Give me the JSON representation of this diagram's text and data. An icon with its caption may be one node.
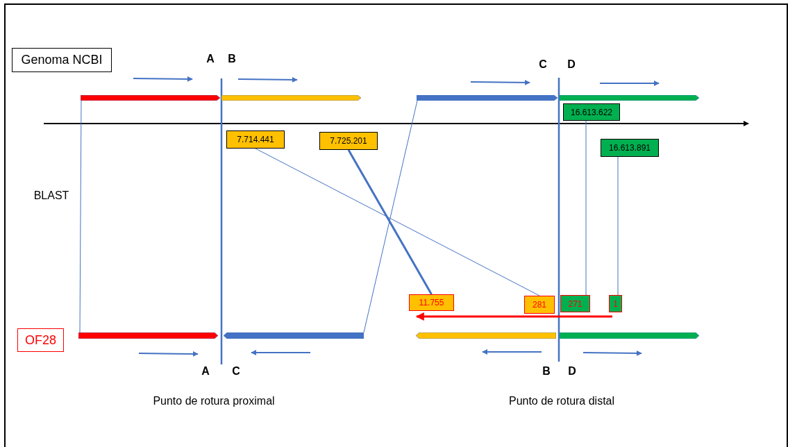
{
  "diagram": {
    "nodes": [
      {
        "text": [
          "Genoma NCBI"
        ]
      },
      {
        "text": [
          "OF28"
        ]
      },
      {
        "text": [],
        "shape": "bar"
      },
      {
        "text": [],
        "shape": "bar"
      },
      {
        "text": [],
        "shape": "bar"
      },
      {
        "text": [],
        "shape": "bar"
      },
      {
        "text": [],
        "shape": "bar"
      },
      {
        "text": [],
        "shape": "bar"
      },
      {
        "text": [],
        "shape": "bar"
      },
      {
        "text": [],
        "shape": "bar"
      },
      {
        "text": [
          "7.714.441"
        ]
      },
      {
        "text": [
          "7.725.201"
        ]
      },
      {
        "text": [
          "16.613.622"
        ]
      },
      {
        "text": [
          "16.613.891"
        ]
      },
      {
        "text": [
          "11.755"
        ]
      },
      {
        "text": [
          "281"
        ]
      },
      {
        "text": [
          "271"
        ]
      },
      {
        "text": [
          "1"
        ]
      }
    ],
    "edges": [
      {
        "from": 2,
        "to": 6,
        "arrow": "none"
      },
      {
        "from": 4,
        "to": 7,
        "arrow": "none"
      },
      {
        "from": 10,
        "to": 15,
        "arrow": "none"
      },
      {
        "from": 11,
        "to": 14,
        "arrow": "none",
        "style": "thick"
      },
      {
        "from": 12,
        "to": 16,
        "arrow": "none"
      },
      {
        "from": 13,
        "to": 17,
        "arrow": "none"
      },
      {
        "from": 17,
        "to": 14,
        "arrow": "to",
        "style": "thick",
        "color": "#ff0000"
      }
    ],
    "labels": [
      "A",
      "B",
      "C",
      "D",
      "BLAST",
      "A",
      "C",
      "B",
      "D",
      "Punto de rotura proximal",
      "Punto de rotura distal"
    ]
  }
}
